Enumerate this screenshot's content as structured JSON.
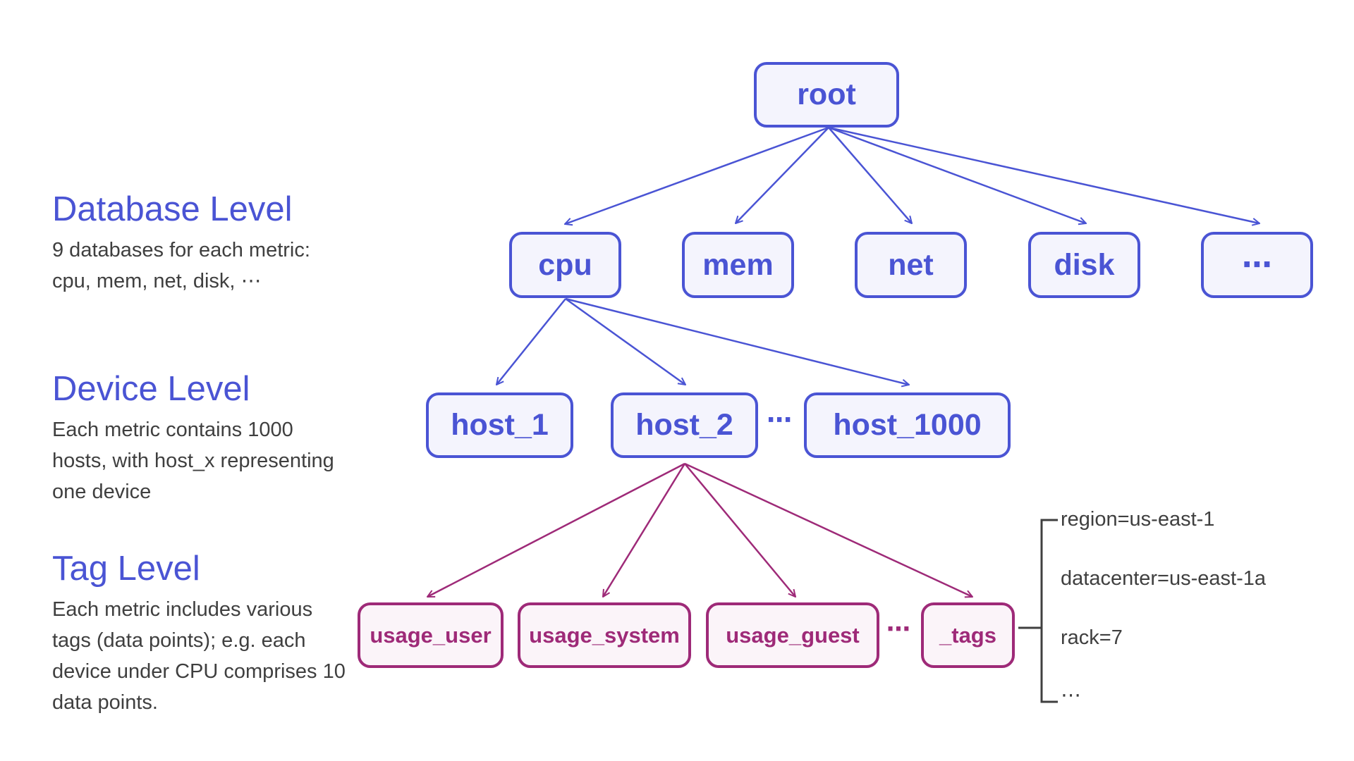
{
  "levels": {
    "database": {
      "heading": "Database Level",
      "description": "9 databases for each metric: cpu, mem, net, disk, ⋯"
    },
    "device": {
      "heading": "Device Level",
      "description": "Each metric contains 1000 hosts, with host_x representing one device"
    },
    "tag": {
      "heading": "Tag Level",
      "description": "Each metric includes various tags (data points); e.g. each device under CPU comprises 10 data points."
    }
  },
  "tree": {
    "root": "root",
    "databases": [
      "cpu",
      "mem",
      "net",
      "disk",
      "⋯"
    ],
    "hosts": [
      "host_1",
      "host_2",
      "host_1000"
    ],
    "host_gap": "⋯",
    "tags": [
      "usage_user",
      "usage_system",
      "usage_guest",
      "_tags"
    ],
    "tag_gap": "⋯"
  },
  "tags_detail": [
    "region=us-east-1",
    "datacenter=us-east-1a",
    "rack=7",
    "⋯"
  ],
  "colors": {
    "blue": "#4a54d4",
    "blue_fill": "#f4f4fd",
    "purple": "#9e2a78",
    "purple_fill": "#fbf4f9",
    "text": "#3f3f3f"
  }
}
